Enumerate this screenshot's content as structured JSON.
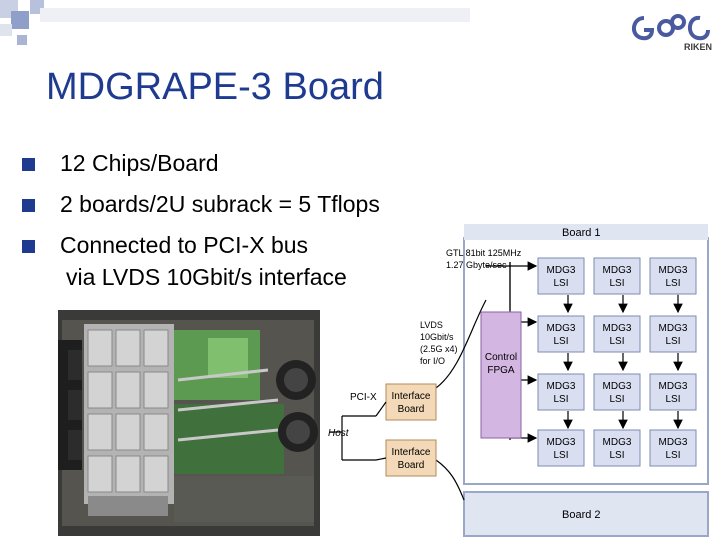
{
  "slide": {
    "title": "MDGRAPE-3 Board",
    "bullets": [
      "12 Chips/Board",
      "2 boards/2U subrack = 5 Tflops",
      "Connected to  PCI-X bus"
    ],
    "bullet_continuation": "via LVDS 10Gbit/s interface",
    "logo": {
      "text": "RIKEN",
      "icon": "riken-logo"
    },
    "accent_color": "#1f3b8f"
  },
  "diagram": {
    "board1_label": "Board 1",
    "board2_label": "Board 2",
    "gtl_label": [
      "GTL 81bit 125MHz",
      "1.27 Gbyte/sec"
    ],
    "lvds_label": [
      "LVDS",
      "10Gbit/s",
      "(2.5G x4)",
      "for I/O"
    ],
    "pcix_label": "PCI-X",
    "host_label": "Host",
    "control_fpga": [
      "Control",
      "FPGA"
    ],
    "interface_board": [
      "Interface",
      "Board"
    ],
    "chip": [
      "MDG3",
      "LSI"
    ]
  }
}
